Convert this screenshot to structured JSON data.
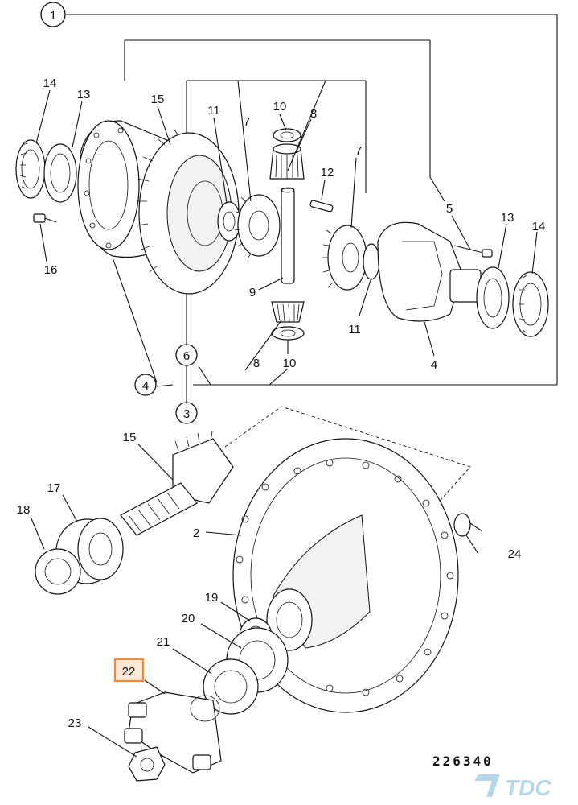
{
  "diagram": {
    "reference_number": "226340",
    "logo_text": "TDC",
    "highlighted_part": "22",
    "callouts": {
      "c1": "1",
      "c14a": "14",
      "c13a": "13",
      "c15a": "15",
      "c11a": "11",
      "c7a": "7",
      "c10a": "10",
      "c8a": "8",
      "c12": "12",
      "c7b": "7",
      "c5": "5",
      "c13b": "13",
      "c14b": "14",
      "c16": "16",
      "c9": "9",
      "c11b": "11",
      "c4b": "4",
      "c6": "6",
      "c8b": "8",
      "c10b": "10",
      "c4a": "4",
      "c3": "3",
      "c15b": "15",
      "c17": "17",
      "c18": "18",
      "c2": "2",
      "c24": "24",
      "c19": "19",
      "c20": "20",
      "c21": "21",
      "c22": "22",
      "c23": "23"
    }
  }
}
